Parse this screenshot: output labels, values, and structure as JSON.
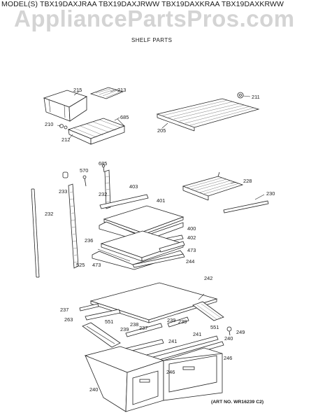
{
  "header": {
    "models": "MODEL(S) TBX19DAXJRAA  TBX19DAXJRWW  TBX19DAXKRAA  TBX19DAXKRWW",
    "watermark": "AppliancePartsPros.com",
    "section_title": "SHELF PARTS"
  },
  "footer": {
    "art_number": "(ART NO. WR16239 C2)"
  },
  "callouts": [
    "215",
    "213",
    "685",
    "210",
    "212",
    "211",
    "205",
    "685",
    "570",
    "233",
    "232",
    "403",
    "401",
    "232",
    "400",
    "402",
    "236",
    "473",
    "473",
    "525",
    "244",
    "228",
    "230",
    "242",
    "237",
    "263",
    "551",
    "238",
    "237",
    "239",
    "239",
    "239",
    "551",
    "249",
    "241",
    "241",
    "240",
    "246",
    "246",
    "240"
  ]
}
